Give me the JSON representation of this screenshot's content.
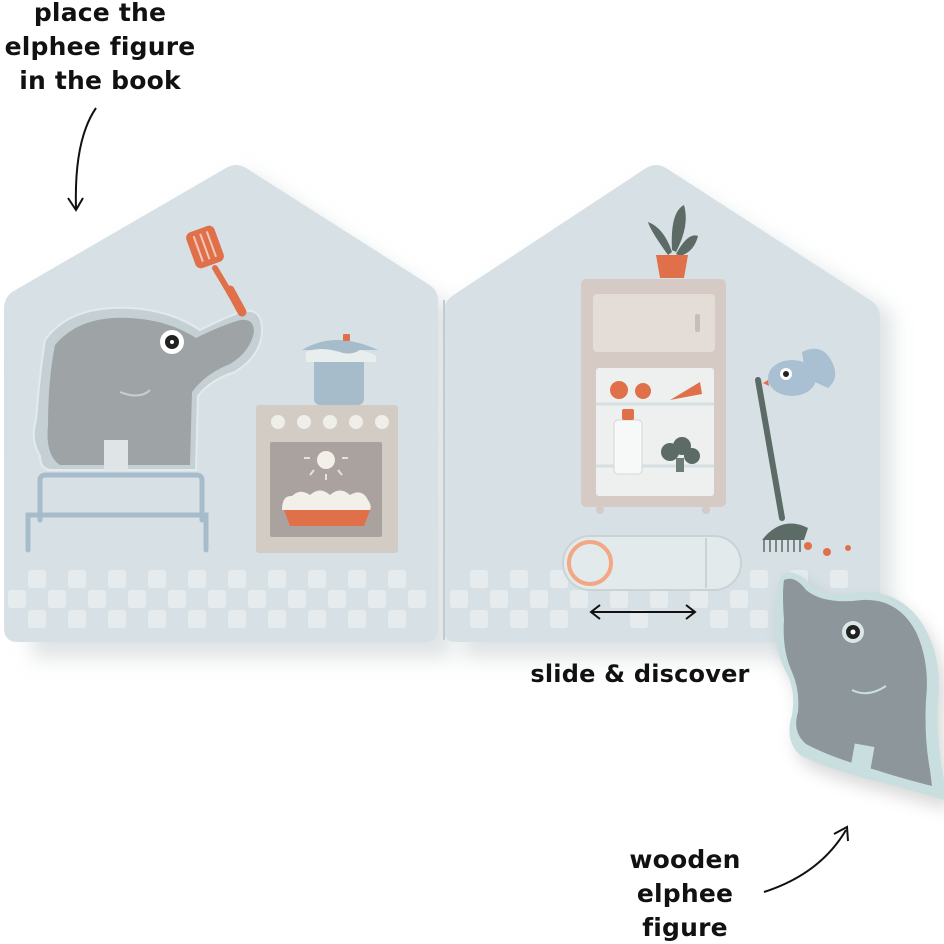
{
  "annotations": {
    "place": [
      "place the",
      "elphee figure",
      "in the book"
    ],
    "slide": "slide & discover",
    "wooden": [
      "wooden",
      "elphee",
      "figure"
    ]
  },
  "colors": {
    "page": "#d6e0e4",
    "page_shadow": "#b9c4c8",
    "elephant": "#9ea4a6",
    "wooden_elephant": "#8c969b",
    "wooden_edge": "#c9dede",
    "accent_orange": "#e0704a",
    "oven": "#d3ccc5",
    "oven_window": "#aaa29f",
    "pot": "#a6bccb",
    "fridge": "#d5cbc4",
    "plant": "#5c6b66",
    "bird": "#a9bfd2",
    "text": "#111111"
  }
}
